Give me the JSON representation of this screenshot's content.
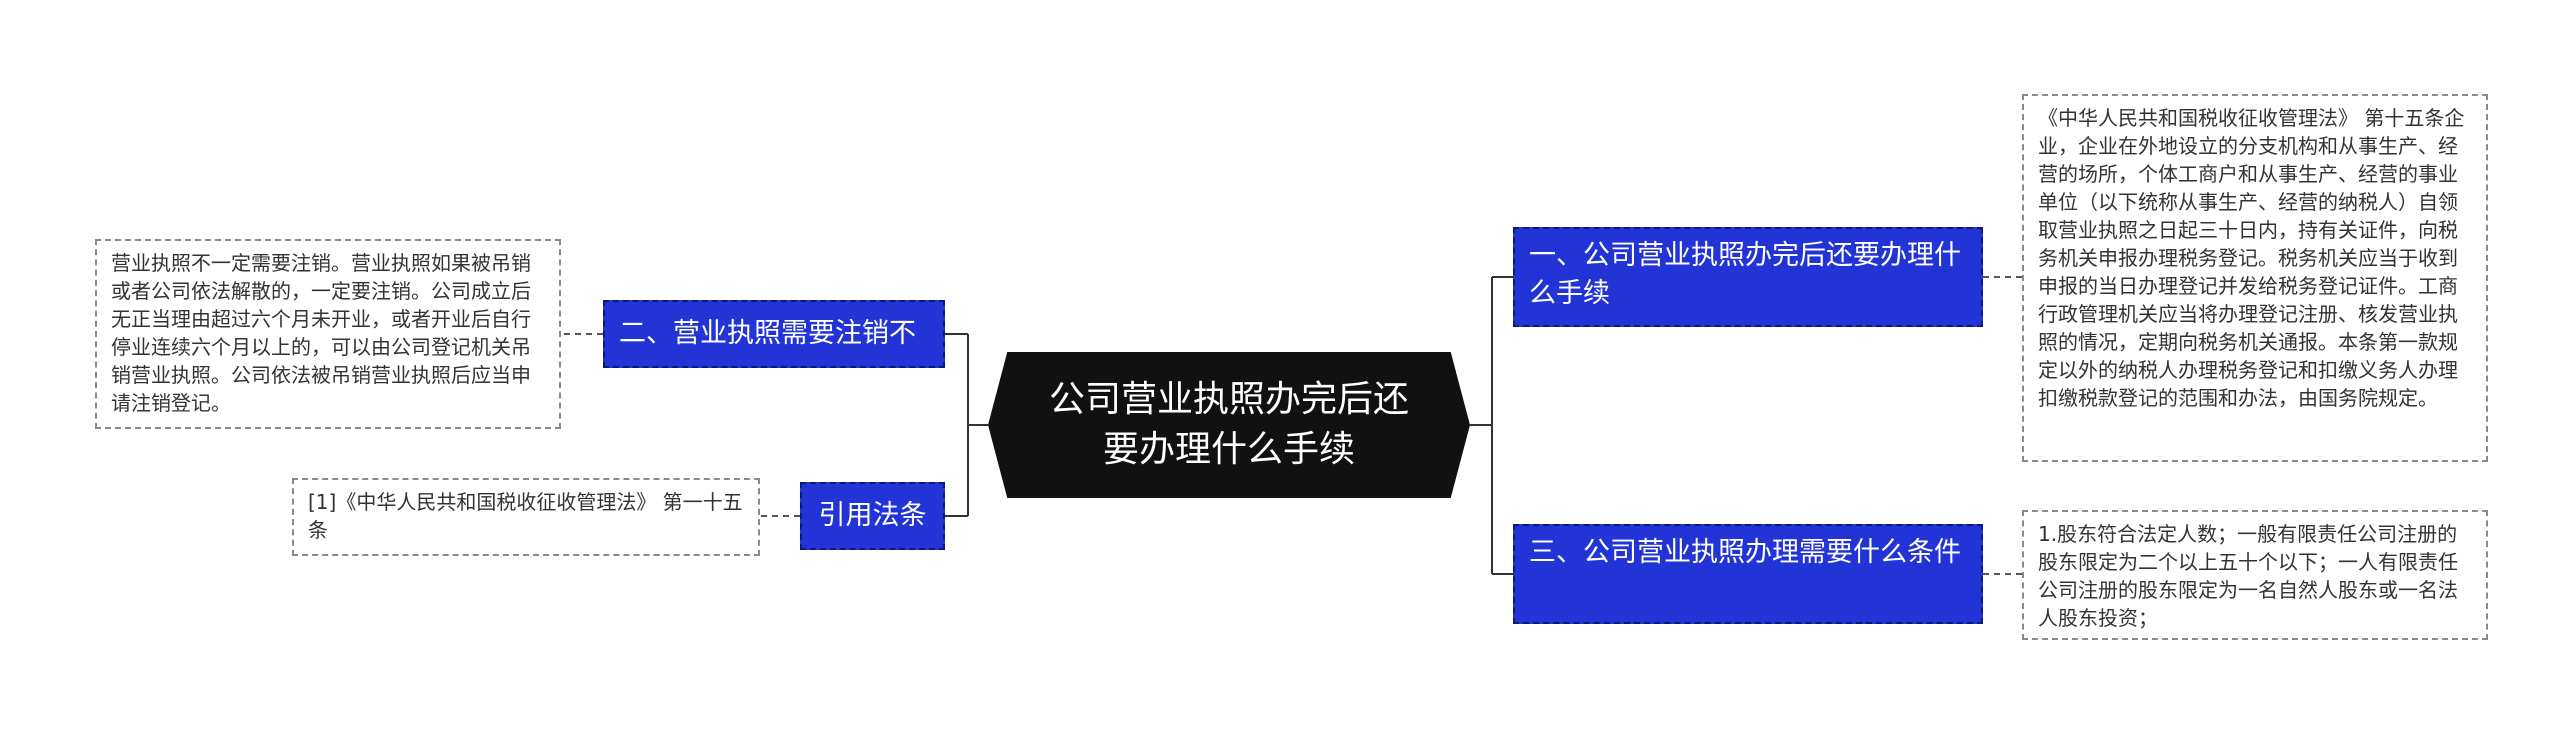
{
  "root": {
    "title": "公司营业执照办完后还要办理什么手续"
  },
  "branches": {
    "left_1": "二、营业执照需要注销不",
    "left_2": "引用法条",
    "right_1": "一、公司营业执照办完后还要办理什么手续",
    "right_3": "三、公司营业执照办理需要什么条件"
  },
  "leaves": {
    "left_1": "营业执照不一定需要注销。营业执照如果被吊销或者公司依法解散的，一定要注销。公司成立后无正当理由超过六个月未开业，或者开业后自行停业连续六个月以上的，可以由公司登记机关吊销营业执照。公司依法被吊销营业执照后应当申请注销登记。",
    "left_2": "[1]《中华人民共和国税收征收管理法》 第一十五条",
    "right_1": "《中华人民共和国税收征收管理法》 第十五条企业，企业在外地设立的分支机构和从事生产、经营的场所，个体工商户和从事生产、经营的事业单位（以下统称从事生产、经营的纳税人）自领取营业执照之日起三十日内，持有关证件，向税务机关申报办理税务登记。税务机关应当于收到申报的当日办理登记并发给税务登记证件。工商行政管理机关应当将办理登记注册、核发营业执照的情况，定期向税务机关通报。本条第一款规定以外的纳税人办理税务登记和扣缴义务人办理扣缴税款登记的范围和办法，由国务院规定。",
    "right_3": "1.股东符合法定人数；一般有限责任公司注册的股东限定为二个以上五十个以下；一人有限责任公司注册的股东限定为一名自然人股东或一名法人股东投资；"
  },
  "colors": {
    "root_bg": "#111111",
    "branch_bg": "#2234d6",
    "branch_border": "#0b1a7a",
    "leaf_border": "#8a8a8a",
    "line": "#333333"
  }
}
